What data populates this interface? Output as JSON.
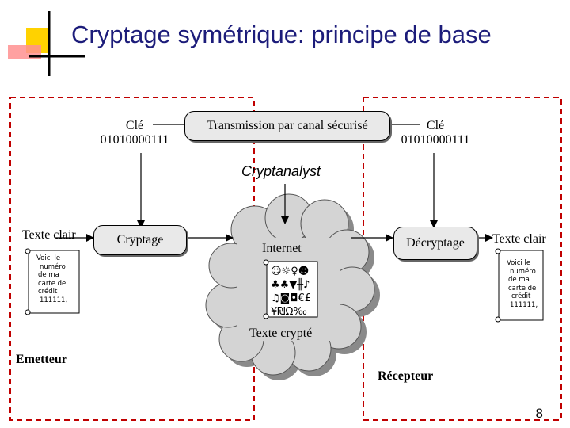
{
  "title": "Cryptage symétrique: principe de base",
  "key_left": {
    "label": "Clé",
    "value": "01010000111"
  },
  "key_right": {
    "label": "Clé",
    "value": "01010000111"
  },
  "channel": "Transmission par canal sécurisé",
  "cryptanalyst": "Cryptanalyst",
  "plain_left": {
    "label": "Texte clair",
    "lines": [
      "Voici le",
      "numéro",
      "de ma",
      "carte de",
      "crédit",
      "111111,"
    ]
  },
  "plain_right": {
    "label": "Texte clair",
    "lines": [
      "Voici le",
      "numéro",
      "de ma",
      "carte de",
      "crédit",
      "111111,"
    ]
  },
  "encrypt": "Cryptage",
  "decrypt": "Décryptage",
  "internet": "Internet",
  "cipher": {
    "label": "Texte crypté",
    "lines": [
      "☺☼♀☻",
      "♣♣▼╫♪",
      "♫◙◘€£",
      "¥₪Ω‰"
    ]
  },
  "sender": "Emetteur",
  "receiver": "Récepteur",
  "page_number": "8",
  "colors": {
    "title": "#1c1c7a",
    "dashed_border": "#c00000",
    "logo_yellow": "#ffd200",
    "logo_red": "#ff8080",
    "box_fill": "#e9e9e9"
  }
}
